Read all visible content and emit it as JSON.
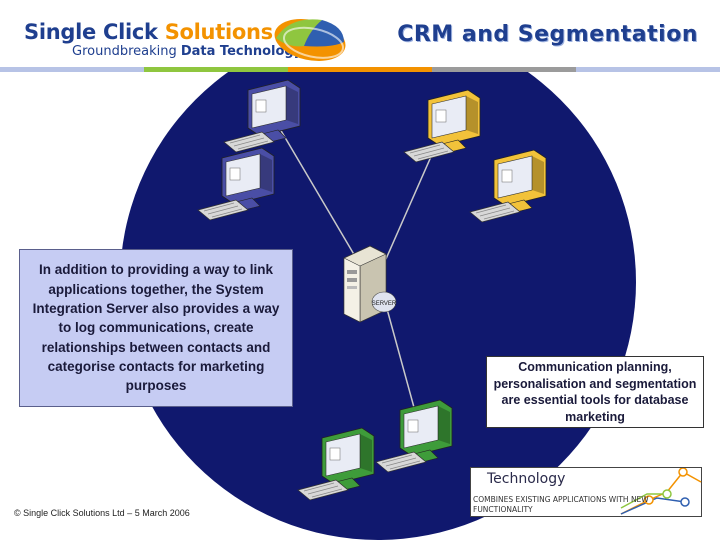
{
  "header": {
    "logo_main_prefix": "Single Click ",
    "logo_main_accent": "Solutions",
    "logo_sub_prefix": "Groundbreaking ",
    "logo_sub_bold": "Data Technology",
    "title": "CRM and Segmentation"
  },
  "colors": {
    "brand_blue": "#1f3f8f",
    "accent_orange": "#f39200",
    "circle_fill": "#10186e",
    "callout_fill": "#c6ccf3",
    "colorbar": [
      "#b7c3e6",
      "#8fc63f",
      "#f39200",
      "#9b9b9b",
      "#b7c3e6"
    ]
  },
  "diagram": {
    "server_label": "SERVER",
    "server_icon": "server-tower-icon",
    "client_groups": [
      {
        "name": "blue",
        "color": "#4a4ea6",
        "icon": "workstation-icon"
      },
      {
        "name": "yellow",
        "color": "#f2c23a",
        "icon": "workstation-icon"
      },
      {
        "name": "green",
        "color": "#3e9c3a",
        "icon": "workstation-icon"
      }
    ]
  },
  "callouts": {
    "left": "In addition to providing a way to link applications together, the System Integration Server also provides a way to log communications, create relationships between contacts and categorise contacts for marketing purposes",
    "right": "Communication planning, personalisation and segmentation are essential tools for database marketing"
  },
  "technology_box": {
    "title": "Technology",
    "subtitle": "COMBINES EXISTING APPLICATIONS WITH NEW FUNCTIONALITY"
  },
  "footer": "© Single Click Solutions Ltd – 5 March 2006"
}
